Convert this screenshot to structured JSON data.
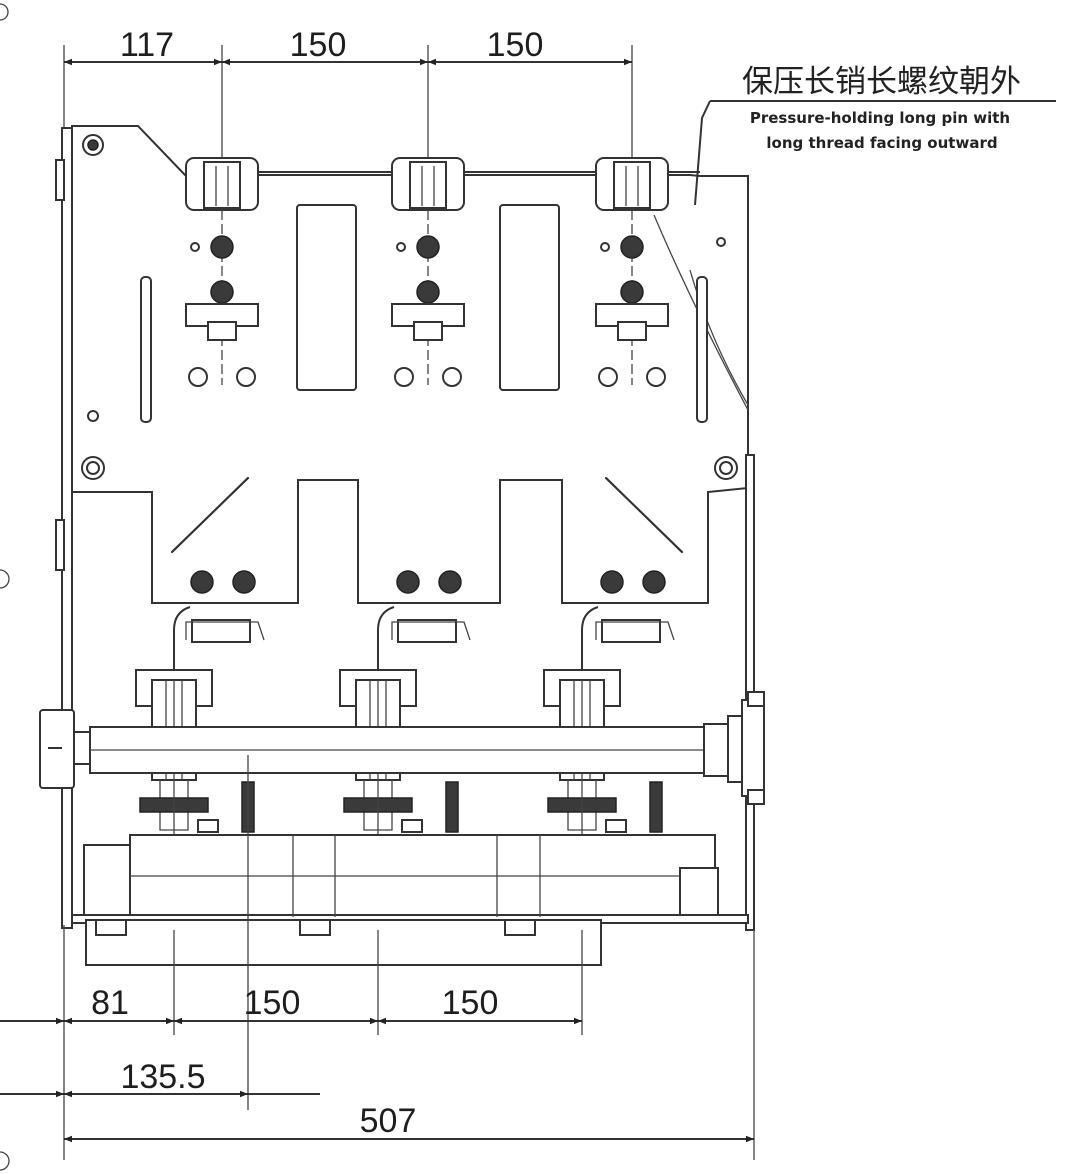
{
  "dimensions": {
    "top": [
      "117",
      "150",
      "150"
    ],
    "bottom_row1": [
      "81",
      "150",
      "150"
    ],
    "bottom_row2": "135.5",
    "overall": "507"
  },
  "annotation": {
    "chinese": "保压长销长螺纹朝外",
    "english_line1": "Pressure-holding long pin with",
    "english_line2": "long thread facing outward"
  }
}
